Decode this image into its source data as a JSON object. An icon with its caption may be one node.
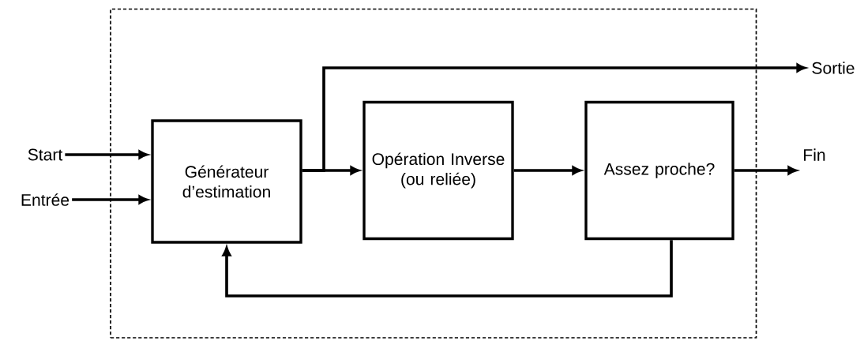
{
  "diagram": {
    "nodes": [
      {
        "text": [],
        "shape": "box"
      },
      {
        "text": [
          "Start"
        ]
      },
      {
        "text": [
          "Entrée"
        ]
      },
      {
        "text": [
          "Générateur d’estimation"
        ],
        "in": 0
      },
      {
        "text": [
          "Opération Inverse (ou reliée)"
        ],
        "in": 0
      },
      {
        "text": [
          "Assez proche?"
        ],
        "in": 0
      },
      {
        "text": [
          "Sortie"
        ]
      },
      {
        "text": [
          "Fin"
        ]
      }
    ],
    "edges": [
      {
        "from": 1,
        "to": 3,
        "arrow": "to"
      },
      {
        "from": 2,
        "to": 3,
        "arrow": "to"
      },
      {
        "from": 3,
        "to": 4,
        "arrow": "to"
      },
      {
        "from": 3,
        "to": 6,
        "arrow": "to"
      },
      {
        "from": 4,
        "to": 5,
        "arrow": "to"
      },
      {
        "from": 5,
        "to": 7,
        "arrow": "to"
      },
      {
        "from": 5,
        "to": 3,
        "arrow": "to"
      }
    ]
  }
}
